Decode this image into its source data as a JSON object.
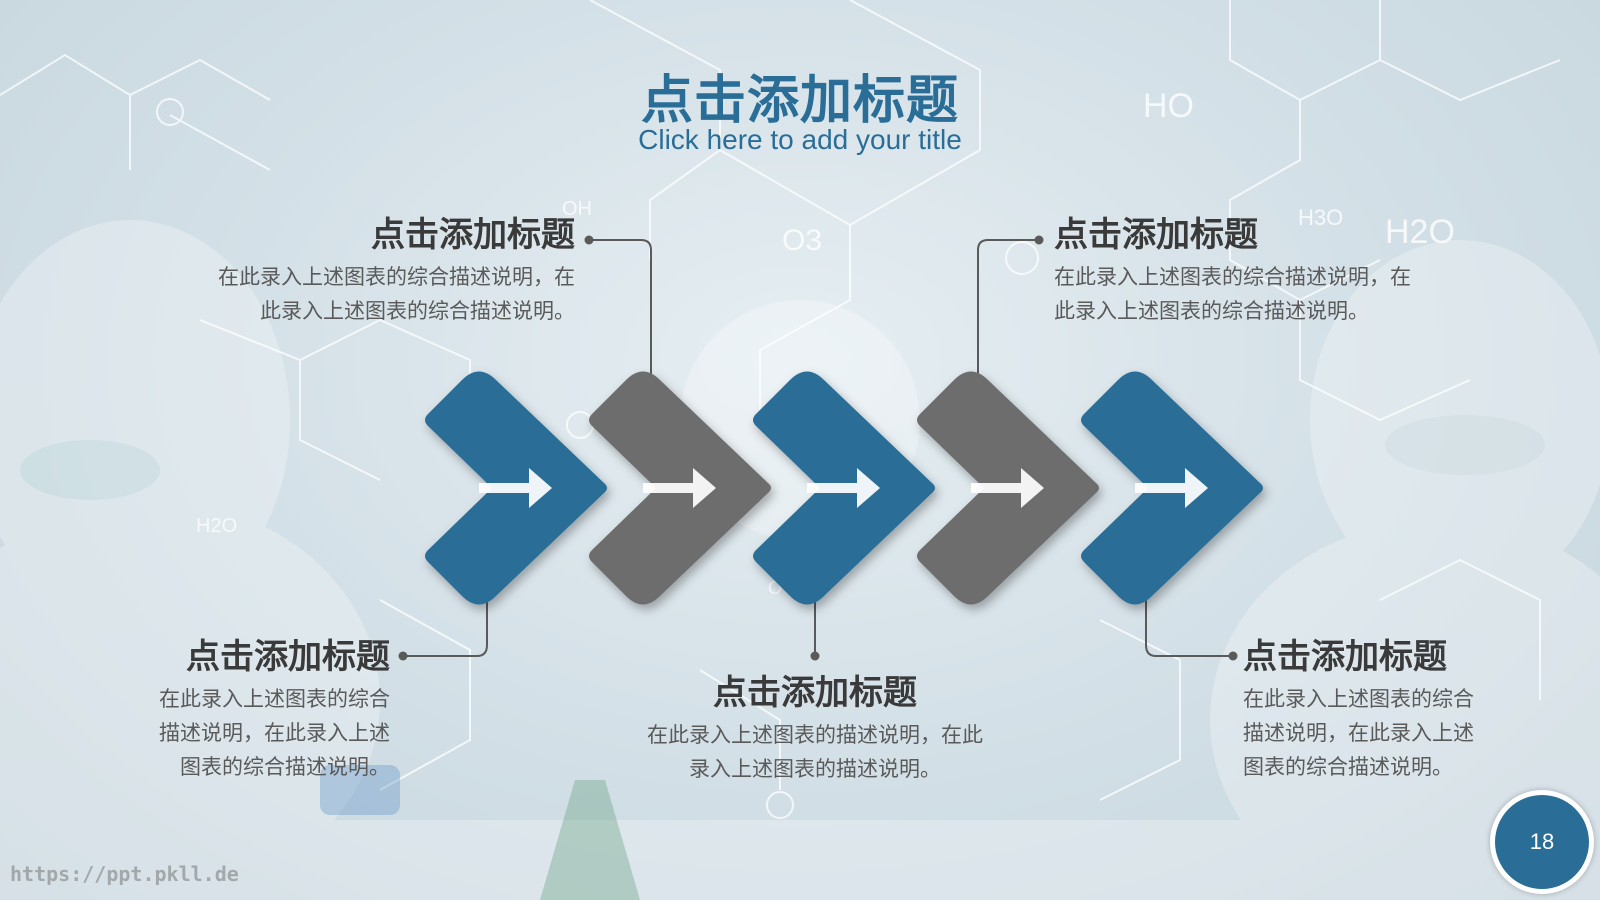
{
  "slide": {
    "title_cn": "点击添加标题",
    "title_en": "Click here to add your title",
    "page_number": "18",
    "watermark": "https://ppt.pkll.de",
    "colors": {
      "blue": "#2a6e97",
      "gray": "#6d6d6d"
    }
  },
  "arrows": [
    {
      "color": "blue",
      "icon": "arrow-right-icon"
    },
    {
      "color": "gray",
      "icon": "arrow-right-icon"
    },
    {
      "color": "blue",
      "icon": "arrow-right-icon"
    },
    {
      "color": "gray",
      "icon": "arrow-right-icon"
    },
    {
      "color": "blue",
      "icon": "arrow-right-icon"
    }
  ],
  "blocks": {
    "top_left": {
      "heading": "点击添加标题",
      "line1": "在此录入上述图表的综合描述说明，在",
      "line2": "此录入上述图表的综合描述说明。"
    },
    "top_right": {
      "heading": "点击添加标题",
      "line1": "在此录入上述图表的综合描述说明，在",
      "line2": "此录入上述图表的综合描述说明。"
    },
    "bottom_left": {
      "heading": "点击添加标题",
      "line1": "在此录入上述图表的综合",
      "line2": "描述说明，在此录入上述",
      "line3": "图表的综合描述说明。"
    },
    "bottom_center": {
      "heading": "点击添加标题",
      "line1": "在此录入上述图表的描述说明，在此",
      "line2": "录入上述图表的描述说明。"
    },
    "bottom_right": {
      "heading": "点击添加标题",
      "line1": "在此录入上述图表的综合",
      "line2": "描述说明，在此录入上述",
      "line3": "图表的综合描述说明。"
    }
  },
  "background_labels": [
    "HO",
    "H2O",
    "H3O",
    "O3",
    "OH",
    "H2O",
    "O"
  ]
}
